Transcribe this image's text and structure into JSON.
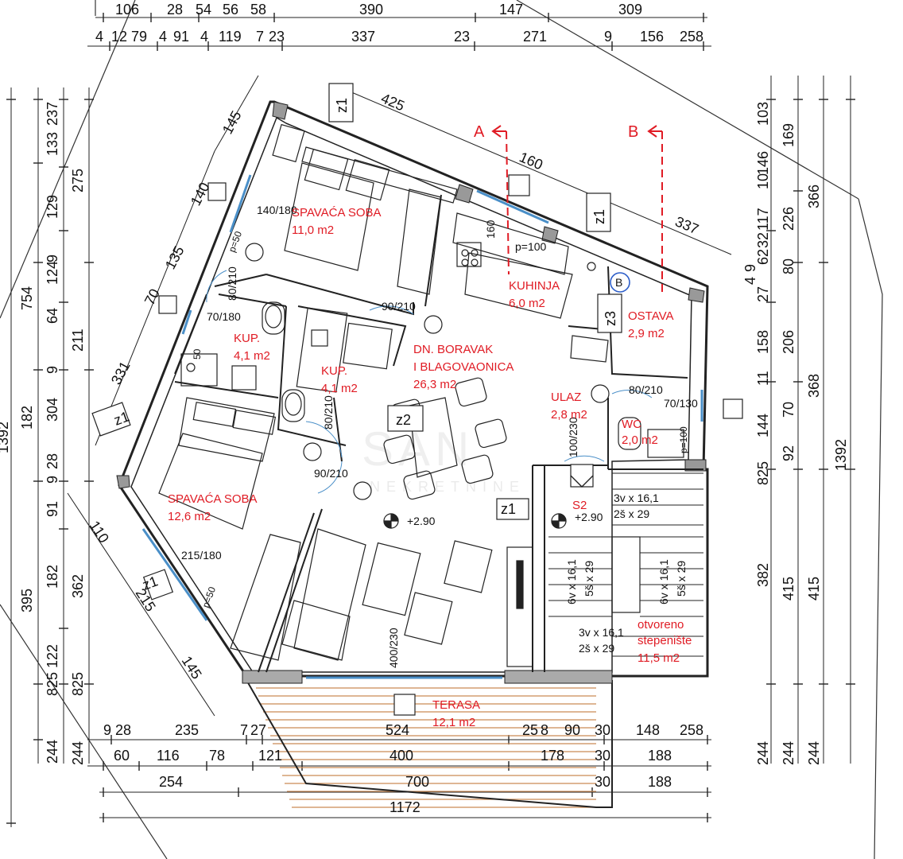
{
  "plan": {
    "rooms": [
      {
        "name": "SPAVAĆA SOBA",
        "area": "11,0 m2"
      },
      {
        "name": "KUHINJA",
        "area": "6,0 m2"
      },
      {
        "name": "OSTAVA",
        "area": "2,9 m2"
      },
      {
        "name": "KUP.",
        "area": "4,1 m2"
      },
      {
        "name": "KUP.",
        "area": "4,1 m2"
      },
      {
        "name": "DN. BORAVAK",
        "name2": "I BLAGOVAONICA",
        "area": "26,3 m2"
      },
      {
        "name": "ULAZ",
        "area": "2,8 m2"
      },
      {
        "name": "WC",
        "area": "2,0 m2"
      },
      {
        "name": "SPAVAĆA SOBA",
        "area": "12,6 m2"
      },
      {
        "name": "otvoreno",
        "name2": "stepenište",
        "area": "11,5 m2"
      },
      {
        "name": "TERASA",
        "area": "12,1 m2"
      }
    ],
    "sections": [
      "A",
      "B"
    ],
    "levels": [
      "+2.90",
      "+2.90"
    ],
    "tags": [
      "z1",
      "z1",
      "z1",
      "z1",
      "z1",
      "z2",
      "z3",
      "S2",
      "B"
    ],
    "top_dims_row1": [
      "106",
      "28",
      "54",
      "56",
      "58",
      "390",
      "147",
      "309"
    ],
    "top_dims_row2": [
      "4",
      "12",
      "79",
      "4",
      "91",
      "4",
      "119",
      "7",
      "23",
      "337",
      "23",
      "271",
      "9",
      "156",
      "258"
    ],
    "left_outer": [
      "754",
      "1392"
    ],
    "left_mid": [
      "237",
      "133",
      "129",
      "124",
      "9",
      "64",
      "9",
      "304",
      "9",
      "28",
      "91",
      "182",
      "122",
      "825",
      "244",
      "395"
    ],
    "left_inner": [
      "275",
      "211",
      "182",
      "362",
      "825",
      "244"
    ],
    "right_inner": [
      "103",
      "146",
      "10",
      "117",
      "32",
      "62",
      "4",
      "80",
      "27",
      "9",
      "158",
      "11",
      "144",
      "92",
      "825",
      "382",
      "244"
    ],
    "right_mid": [
      "169",
      "226",
      "206",
      "368",
      "70",
      "415",
      "244"
    ],
    "right_outer": [
      "366",
      "1392",
      "415",
      "244"
    ],
    "bottom_row1": [
      "9",
      "28",
      "235",
      "7",
      "27",
      "524",
      "25",
      "8",
      "90",
      "30",
      "148",
      "258"
    ],
    "bottom_row2": [
      "60",
      "116",
      "78",
      "121",
      "400",
      "178",
      "30",
      "188"
    ],
    "bottom_row3": [
      "254",
      "700",
      "30",
      "188"
    ],
    "bottom_row4": [
      "1172"
    ],
    "diag_dims": [
      "145",
      "140",
      "135",
      "70",
      "331",
      "110",
      "215",
      "145",
      "425",
      "160",
      "337"
    ],
    "openings": [
      "140/180",
      "p=50",
      "80/210",
      "70/180",
      "50",
      "90/210",
      "80/210",
      "90/210",
      "160",
      "p=100",
      "80/210",
      "70/130",
      "100/230",
      "p=100",
      "215/180",
      "p=50",
      "400/230"
    ],
    "stairs": [
      "3v x 16,1",
      "2š x 29",
      "6v x 16,1",
      "5š x 29",
      "6v x 16,1",
      "5š x 29",
      "3v x 16,1",
      "2š x 29"
    ],
    "watermark": [
      "SAN",
      "NEKRETNINE"
    ]
  }
}
